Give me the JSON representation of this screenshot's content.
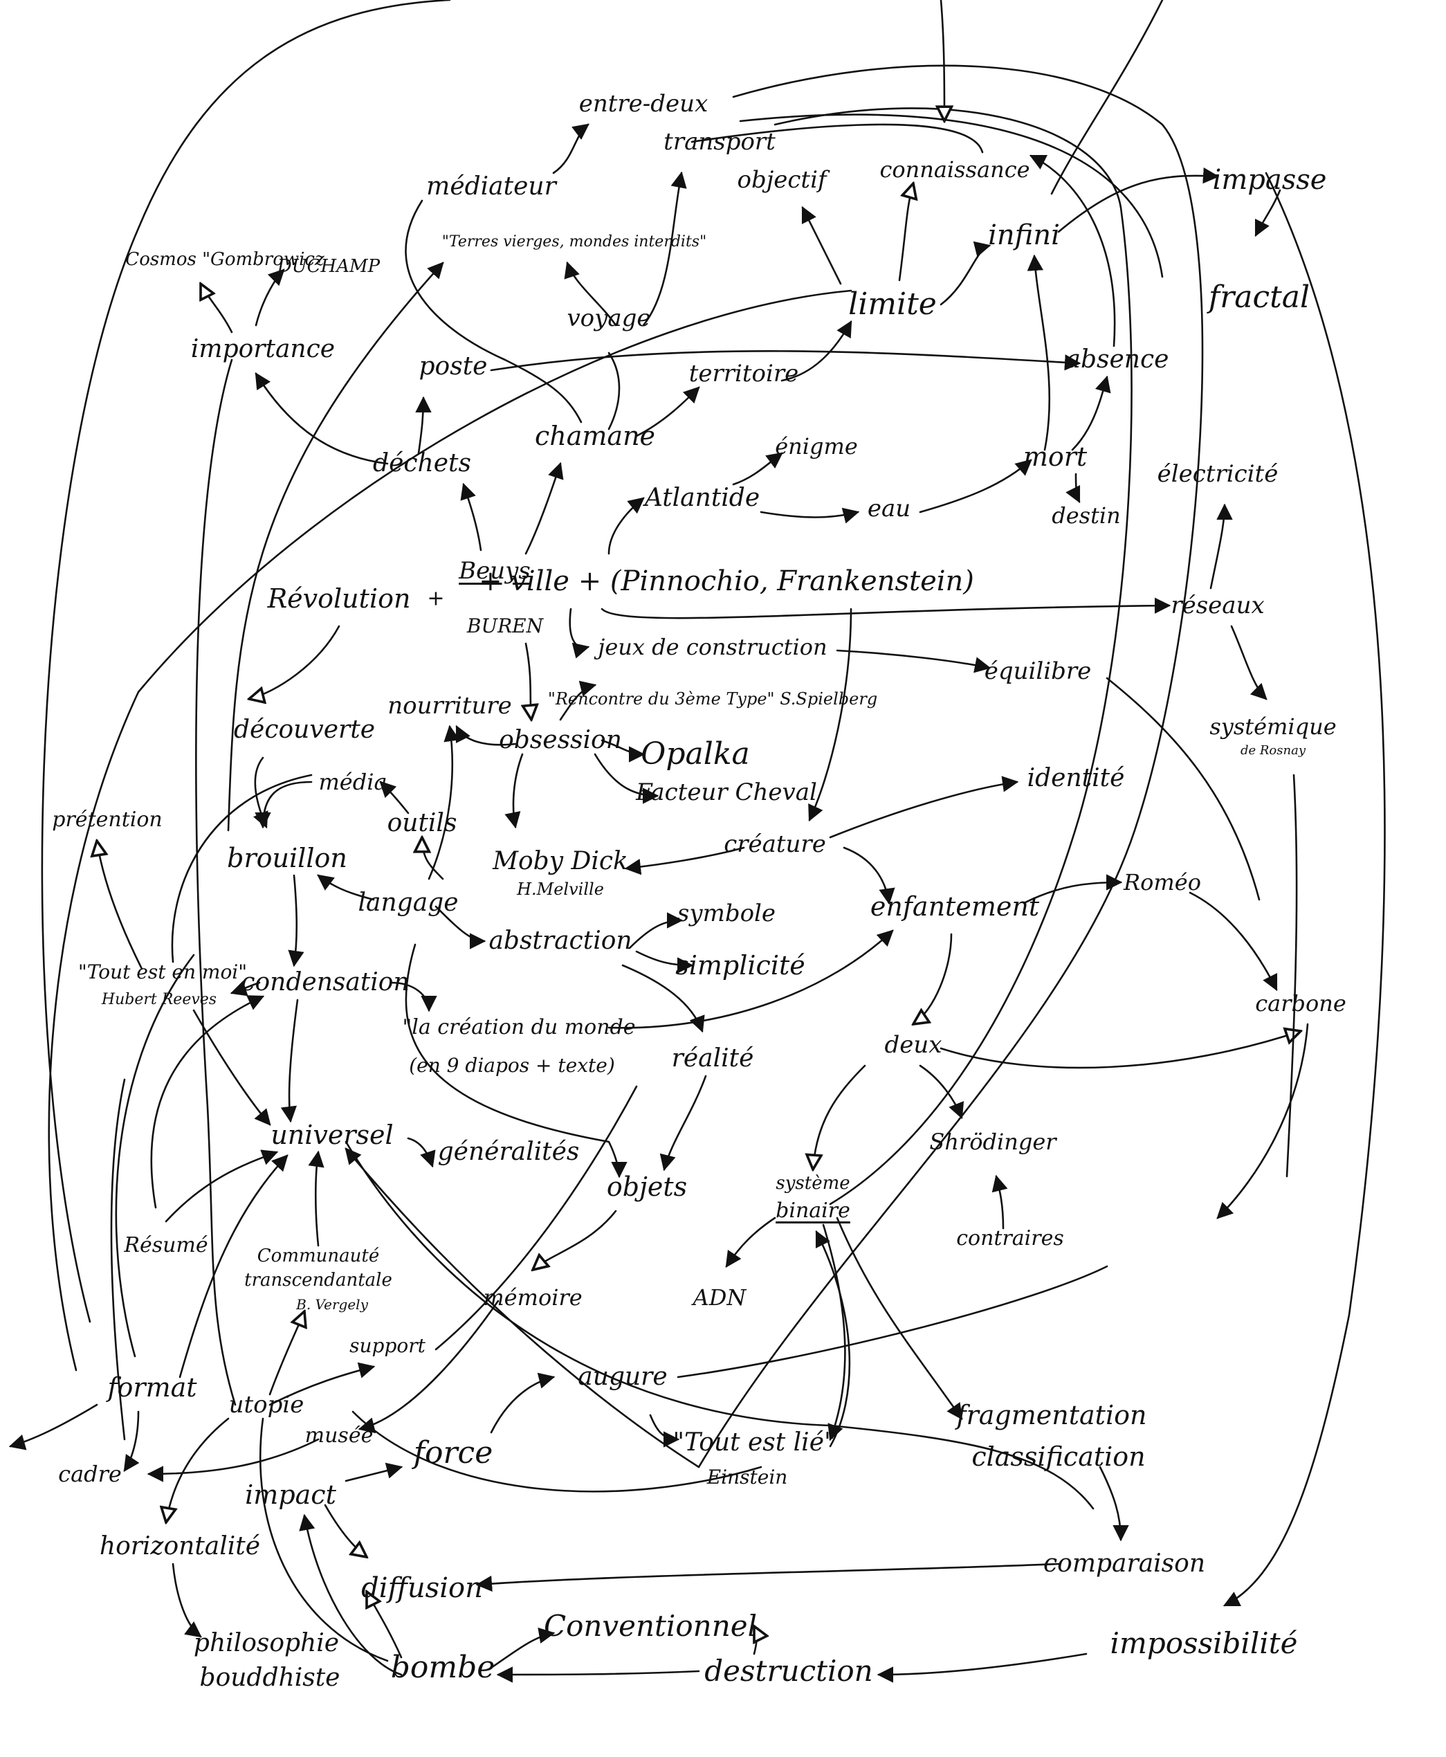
{
  "nodes": {
    "entre_deux": "entre-deux",
    "transport": "transport",
    "mediateur": "médiateur",
    "terres_vierges": "\"Terres vierges, mondes interdits\"",
    "objectif": "objectif",
    "connaissance": "connaissance",
    "infini": "infini",
    "impasse": "impasse",
    "fractal": "fractal",
    "cosmos": "Cosmos \"Gombrowicz",
    "duchamp": "DUCHAMP",
    "importance": "importance",
    "voyage": "voyage",
    "limite": "limite",
    "absence": "absence",
    "poste": "poste",
    "dechets": "déchets",
    "chamane": "chamane",
    "territoire": "territoire",
    "enigme": "énigme",
    "mort": "mort",
    "destin": "destin",
    "electricite": "électricité",
    "atlantide": "Atlantide",
    "eau": "eau",
    "revolution": "Révolution",
    "beuys": "Beuys",
    "ville_group": "+ ville + (Pinnochio, Frankenstein)",
    "buren": "BUREN",
    "reseaux": "réseaux",
    "jeux": "jeux de construction",
    "equilibre": "équilibre",
    "rencontre": "\"Rencontre du 3ème Type\" S.Spielberg",
    "systemique": "systémique",
    "systemique_note": "de Rosnay",
    "decouverte": "découverte",
    "nourriture": "nourriture",
    "obsession": "obsession",
    "opalka": "Opalka",
    "facteur": "Facteur Cheval",
    "identite": "identité",
    "pretention": "prétention",
    "media": "média",
    "outils": "outils",
    "brouillon": "brouillon",
    "moby": "Moby Dick",
    "moby_author": "H.Melville",
    "creature": "créature",
    "langage": "langage",
    "enfantement": "enfantement",
    "romeo": "Roméo",
    "abstraction": "abstraction",
    "symbole": "symbole",
    "simplicite": "simplicité",
    "tout_en_moi": "\"Tout est en moi\"",
    "tout_en_moi_author": "Hubert Reeves",
    "condensation": "condensation",
    "creation_monde": "\"la création du monde",
    "creation_monde_2": "(en 9 diapos + texte)",
    "realite": "réalité",
    "deux": "deux",
    "carbone": "carbone",
    "universel": "universel",
    "generalites": "généralités",
    "objets": "objets",
    "systeme_binaire_1": "système",
    "systeme_binaire_2": "binaire",
    "schrodinger": "Shrödinger",
    "contraires": "contraires",
    "resume": "Résumé",
    "communaute_1": "Communauté",
    "communaute_2": "transcendantale",
    "communaute_3": "B. Vergely",
    "memoire": "mémoire",
    "adn": "ADN",
    "support": "support",
    "format": "format",
    "utopie": "utopie",
    "augure": "augure",
    "fragmentation": "fragmentation",
    "classification": "classification",
    "musee": "musée",
    "force": "force",
    "tout_lie": "\"Tout est lié\"",
    "einstein": "Einstein",
    "cadre": "cadre",
    "impact": "impact",
    "horizontalite": "horizontalité",
    "diffusion": "diffusion",
    "comparaison": "comparaison",
    "philosophie_1": "philosophie",
    "philosophie_2": "bouddhiste",
    "bombe": "bombe",
    "conventionnel": "Conventionnel",
    "destruction": "destruction",
    "impossibilite": "impossibilité"
  },
  "symbols": {
    "plus": "+"
  }
}
